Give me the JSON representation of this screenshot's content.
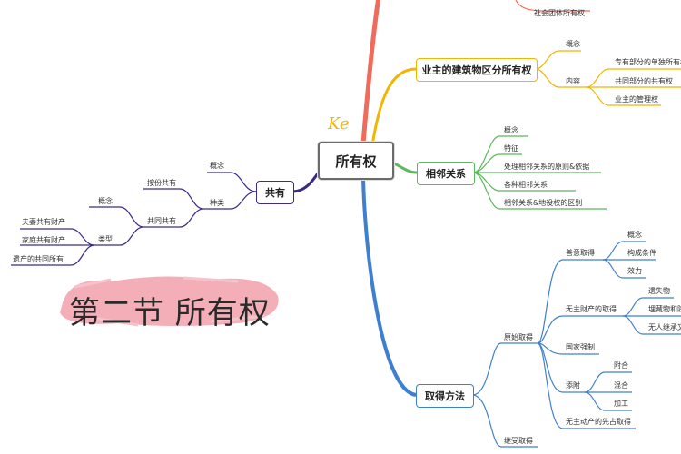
{
  "root": "所有权",
  "ke_mark": "Ke",
  "big_title": "第二节 所有权",
  "top_item": "社会团体所有权",
  "orange": {
    "title": "业主的建筑物区分所有权",
    "concept": "概念",
    "content": "内容",
    "content_items": [
      "专有部分的单独所有权",
      "共同部分的共有权",
      "业主的管理权"
    ]
  },
  "green": {
    "title": "相邻关系",
    "items": [
      "概念",
      "特征",
      "处理相邻关系的原则&依据",
      "各种相邻关系",
      "相邻关系&地役权的区别"
    ]
  },
  "purple": {
    "title": "共有",
    "concept": "概念",
    "kind": "种类",
    "share": "按份共有",
    "joint": "共同共有",
    "joint_concept": "概念",
    "joint_type": "类型",
    "types": [
      "夫妻共有财产",
      "家庭共有财产",
      "遗产的共同所有"
    ]
  },
  "blue": {
    "title": "取得方法",
    "original": "原始取得",
    "successor": "继受取得",
    "good_faith": "善意取得",
    "good_faith_items": [
      "概念",
      "构成条件",
      "效力"
    ],
    "ownerless": "无主财产的取得",
    "ownerless_items": [
      "遗失物",
      "埋藏物和隐",
      "无人继承又"
    ],
    "state": "国家强制",
    "accession": "添附",
    "accession_items": [
      "附合",
      "混合",
      "加工"
    ],
    "movables": "无主动产的先占取得"
  },
  "colors": {
    "red": "#ef6b5b",
    "orange": "#f5b400",
    "green": "#5cb85c",
    "blue": "#3f7fd0",
    "purple": "#3b2a8a",
    "highlight": "#f2a0ab"
  }
}
